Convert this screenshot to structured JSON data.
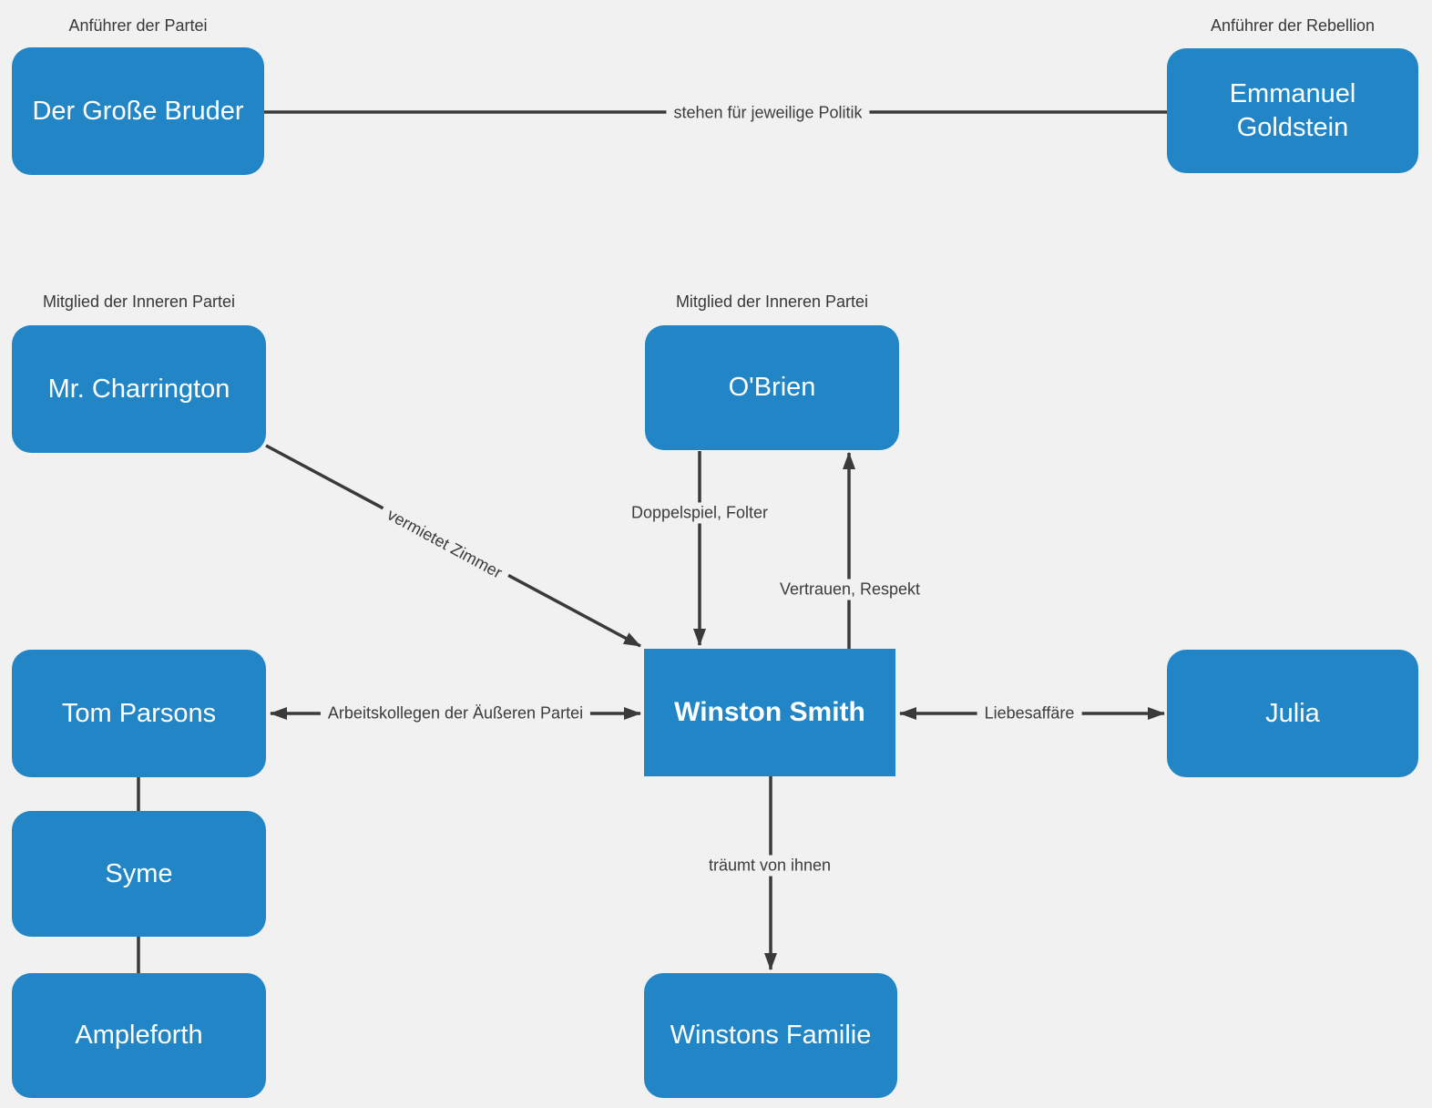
{
  "diagram": {
    "colors": {
      "node_fill": "#2185c6",
      "node_text": "#ffffff",
      "edge_line": "#3a3a3a",
      "background": "#f1f1f1"
    },
    "nodes": {
      "big_brother": {
        "label": "Der Große Bruder",
        "caption": "Anführer der Partei"
      },
      "goldstein": {
        "label": "Emmanuel Goldstein",
        "caption": "Anführer der Rebellion"
      },
      "charrington": {
        "label": "Mr. Charrington",
        "caption": "Mitglied der Inneren Partei"
      },
      "obrien": {
        "label": "O'Brien",
        "caption": "Mitglied der Inneren Partei"
      },
      "winston": {
        "label": "Winston Smith"
      },
      "parsons": {
        "label": "Tom Parsons"
      },
      "julia": {
        "label": "Julia"
      },
      "syme": {
        "label": "Syme"
      },
      "ampleforth": {
        "label": "Ampleforth"
      },
      "family": {
        "label": "Winstons Familie"
      }
    },
    "edges": {
      "politics": {
        "label": "stehen für jeweilige Politik"
      },
      "rents_room": {
        "label": "vermietet Zimmer"
      },
      "double_cross": {
        "label": "Doppelspiel, Folter"
      },
      "trust": {
        "label": "Vertrauen, Respekt"
      },
      "colleagues": {
        "label": "Arbeitskollegen der Äußeren Partei"
      },
      "love_affair": {
        "label": "Liebesaffäre"
      },
      "dreams": {
        "label": "träumt von ihnen"
      }
    }
  }
}
